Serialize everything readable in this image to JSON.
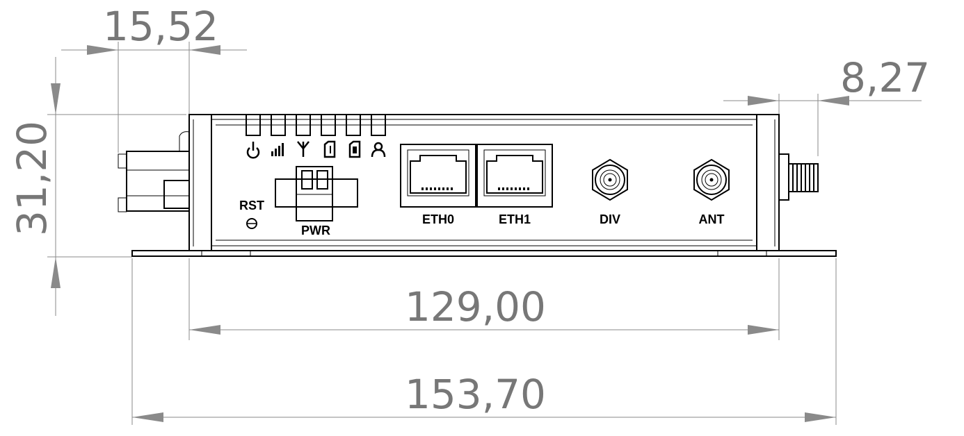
{
  "dimensions": {
    "offset_left": "15,52",
    "offset_right": "8,27",
    "height": "31,20",
    "inner_width": "129,00",
    "total_width": "153,70"
  },
  "ports": {
    "ethernet": [
      "ETH0",
      "ETH1"
    ],
    "antennas": [
      "DIV",
      "ANT"
    ],
    "power": "PWR",
    "reset": "RST"
  },
  "status_icons": [
    "power-icon",
    "signal-icon",
    "antenna-icon",
    "sim1-icon",
    "sim2-icon",
    "user-icon"
  ],
  "colors": {
    "dimension": "#777777",
    "outline": "#000000"
  }
}
